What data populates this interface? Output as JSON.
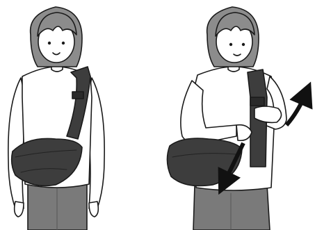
{
  "illustration": {
    "panels": [
      {
        "id": "wearing-bag",
        "arrows": []
      },
      {
        "id": "adjusting-strap",
        "arrows": [
          "tighten-arrow-up-right",
          "loosen-arrow-down"
        ]
      }
    ],
    "colors": {
      "outline": "#1a1a1a",
      "hair": "#8c8c8c",
      "shirt": "#ffffff",
      "pants": "#7a7a7a",
      "bag": "#3d3d3d",
      "bag_dark": "#2a2a2a",
      "skin": "#ffffff",
      "arrow": "#111111"
    }
  }
}
